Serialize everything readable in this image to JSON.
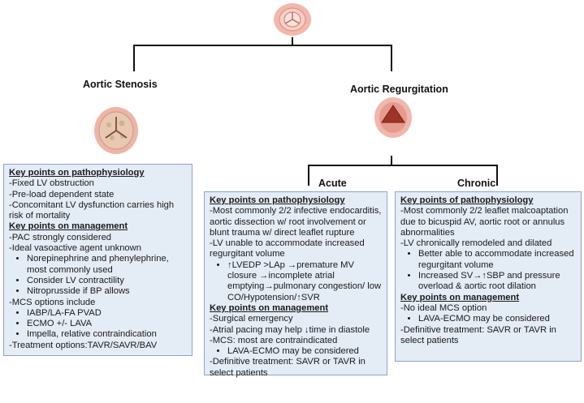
{
  "titles": {
    "aortic_stenosis": "Aortic Stenosis",
    "aortic_regurgitation": "Aortic Regurgitation",
    "acute": "Acute",
    "chronic": "Chronic"
  },
  "stenosis_box": {
    "h1": "Key points on pathophysiology",
    "p1": "-Fixed LV obstruction",
    "p2": "-Pre-load dependent state",
    "p3": "-Concomitant LV dysfunction carries high risk of mortality",
    "h2": "Key points on management",
    "m1": "-PAC strongly considered",
    "m2": "-Ideal vasoactive agent unknown",
    "b1": "Norepinephrine and phenylephrine, most commonly used",
    "b2": "Consider LV contractility",
    "b3": "Nitroprusside if BP allows",
    "m3": "-MCS options include",
    "b4": "IABP/LA-FA PVAD",
    "b5": "ECMO +/- LAVA",
    "b6": "Impella, relative contraindication",
    "m4": "-Treatment options:TAVR/SAVR/BAV"
  },
  "acute_box": {
    "h1": "Key points on pathophysiology",
    "p1": "-Most commonly 2/2 infective endocarditis, aortic dissection w/ root involvement or blunt trauma w/ direct leaflet rupture",
    "p2": "-LV unable to accommodate increased regurgitant volume",
    "b1": "↑LVEDP >LAp →premature MV closure →incomplete atrial emptying→pulmonary congestion/ low CO/Hypotension/↑SVR",
    "h2": "Key points on management",
    "m1": "-Surgical emergency",
    "m2": "-Atrial pacing may help ↓time in diastole",
    "m3": "-MCS: most are contraindicated",
    "b2": "LAVA-ECMO may be considered",
    "m4": "-Definitive treatment: SAVR or TAVR in select patients"
  },
  "chronic_box": {
    "h1": "Key points of pathophysiology",
    "p1": "-Most commonly 2/2 leaflet malcoaptation due to bicuspid AV, aortic root or annulus abnormalities",
    "p2": "-LV chronically remodeled and dilated",
    "b1": "Better able to accommodate increased regurgitant volume",
    "b2": "Increased SV→↑SBP and pressure overload & aortic root dilation",
    "h2": "Key points on management",
    "m1": "-No ideal MCS option",
    "b3": "LAVA-ECMO may be considered",
    "m2": "-Definitive treatment: SAVR or TAVR in select patients"
  },
  "colors": {
    "box_fill": "#e4ecf6",
    "box_border": "#8fa3c4",
    "valve_tissue": "#e8a89a",
    "regurgitation_orifice": "#9e3328",
    "stenosis_calcification": "#d9c7a8"
  }
}
